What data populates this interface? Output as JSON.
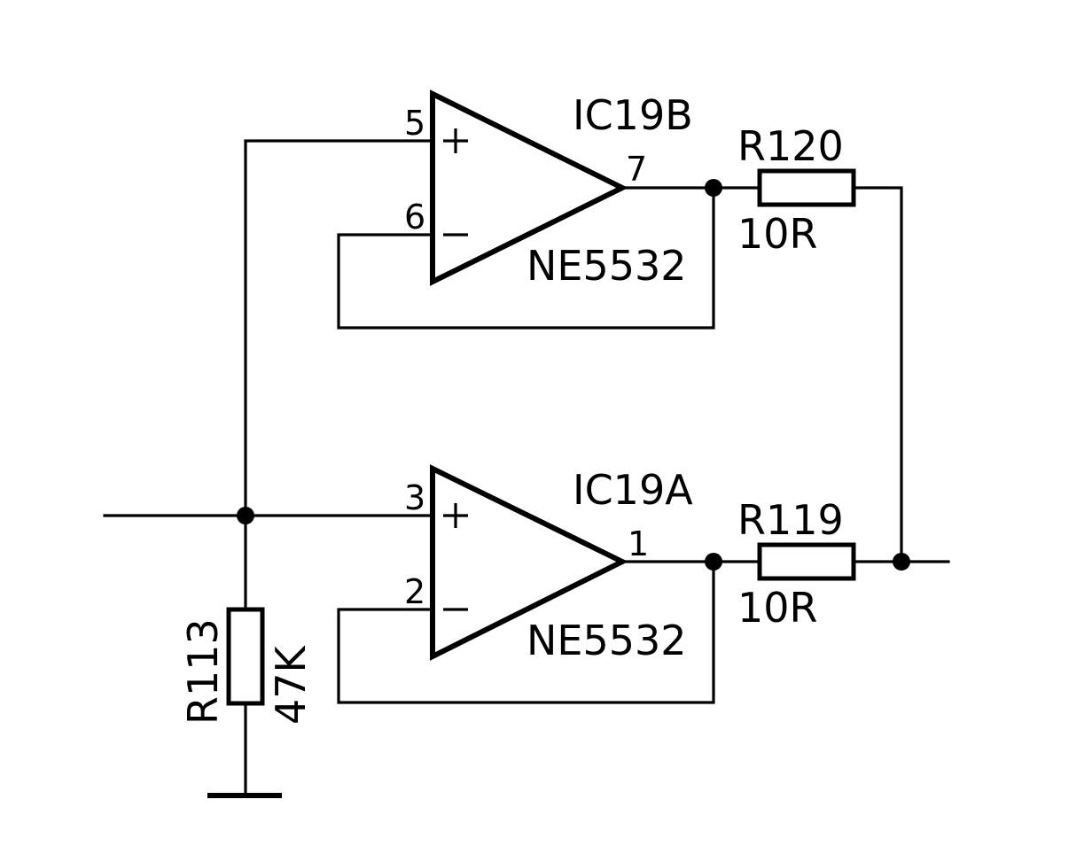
{
  "components": {
    "ic19b": {
      "ref": "IC19B",
      "part": "NE5532",
      "pin_plus": "5",
      "pin_minus": "6",
      "pin_out": "7"
    },
    "ic19a": {
      "ref": "IC19A",
      "part": "NE5532",
      "pin_plus": "3",
      "pin_minus": "2",
      "pin_out": "1"
    },
    "r120": {
      "ref": "R120",
      "value": "10R"
    },
    "r119": {
      "ref": "R119",
      "value": "10R"
    },
    "r113": {
      "ref": "R113",
      "value": "47K"
    }
  }
}
